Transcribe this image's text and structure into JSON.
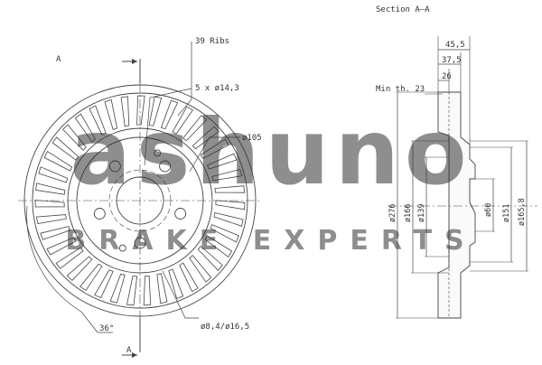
{
  "drawing": {
    "section_title": "Section A–A",
    "section_marker_top": "A",
    "section_marker_bottom": "A",
    "front_view": {
      "ribs_label": "39 Ribs",
      "bolt_holes_label": "5 x ø14,3",
      "pcd_label": "ø105",
      "small_holes_label": "ø8,4/ø16,5",
      "angle_label": "36°"
    },
    "section_view": {
      "min_thickness_label": "Min th. 23",
      "dim_45_5": "45,5",
      "dim_37_5": "37,5",
      "dim_26": "26",
      "dia_276": "ø276",
      "dia_166": "ø166",
      "dia_139": "ø139",
      "dia_60": "ø60",
      "dia_151": "ø151",
      "dia_165_8": "ø165,8"
    }
  },
  "watermark": {
    "brand": "ashuno",
    "tagline": "BRAKE EXPERTS",
    "color": "#bdbdbd"
  },
  "colors": {
    "line": "#444444",
    "dim": "#555555",
    "background": "#ffffff"
  }
}
